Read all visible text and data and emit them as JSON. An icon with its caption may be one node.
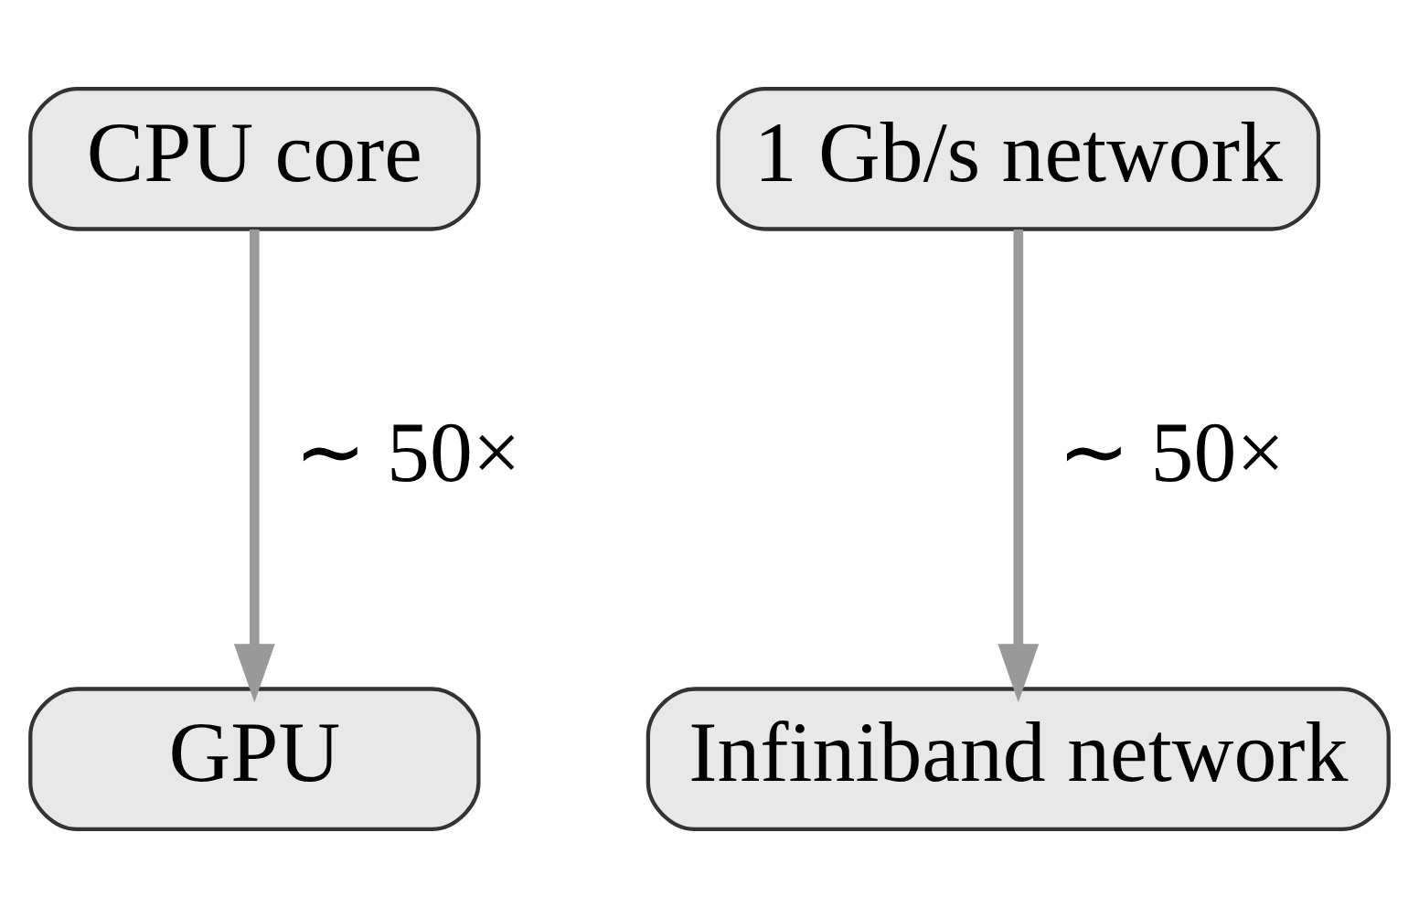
{
  "diagram": {
    "nodes": [
      {
        "text": [
          "CPU core"
        ]
      },
      {
        "text": [
          "GPU"
        ]
      },
      {
        "text": [
          "1 Gb/s network"
        ]
      },
      {
        "text": [
          "Infiniband network"
        ]
      }
    ],
    "edges": [
      {
        "from": 0,
        "to": 1,
        "arrow": "to",
        "label": "∼ 50×"
      },
      {
        "from": 2,
        "to": 3,
        "arrow": "to",
        "label": "∼ 50×"
      }
    ]
  }
}
